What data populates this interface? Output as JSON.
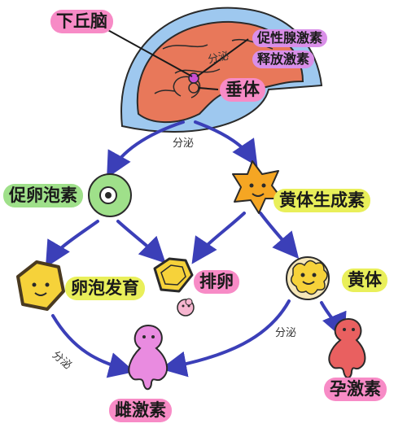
{
  "labels": {
    "hypothalamus": "下丘脑",
    "gnrh_line1": "促性腺激素",
    "gnrh_line2": "释放激素",
    "pituitary": "垂体",
    "fsh": "促卵泡素",
    "lh": "黄体生成素",
    "follicle_development": "卵泡发育",
    "ovulation": "排卵",
    "corpus_luteum": "黄体",
    "estrogen": "雌激素",
    "progesterone": "孕激素"
  },
  "secretion": {
    "top": "分泌",
    "pituitary": "分泌",
    "luteum": "分泌",
    "follicle": "分泌"
  },
  "colors": {
    "pink": "#f78bc6",
    "purple": "#d98fe8",
    "yellow_green": "#e9ef5a",
    "green": "#9fe08a",
    "arrow": "#3b3fb8",
    "brain": "#e8785a",
    "skull": "#9ec8ef",
    "yellow": "#f6d23a",
    "orange": "#f5a623"
  }
}
